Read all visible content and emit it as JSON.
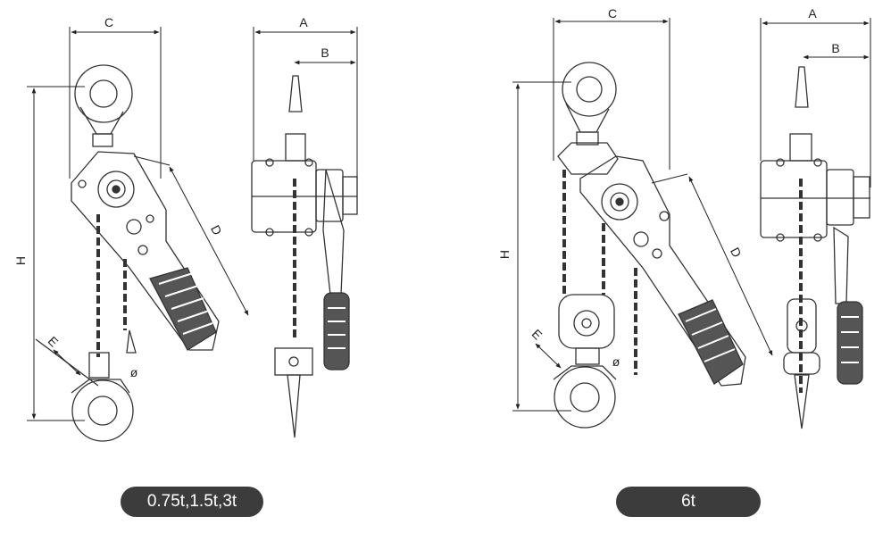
{
  "left_diagram": {
    "dimensions": {
      "C": "C",
      "A": "A",
      "B": "B",
      "D": "D",
      "H": "H",
      "E": "E",
      "phi": "ø"
    },
    "capacity_label": "0.75t,1.5t,3t"
  },
  "right_diagram": {
    "dimensions": {
      "C": "C",
      "A": "A",
      "B": "B",
      "D": "D",
      "H": "H",
      "E": "E",
      "phi": "ø"
    },
    "capacity_label": "6t"
  },
  "colors": {
    "line": "#333333",
    "pill_bg": "#3c3c3c",
    "pill_text": "#ffffff"
  }
}
